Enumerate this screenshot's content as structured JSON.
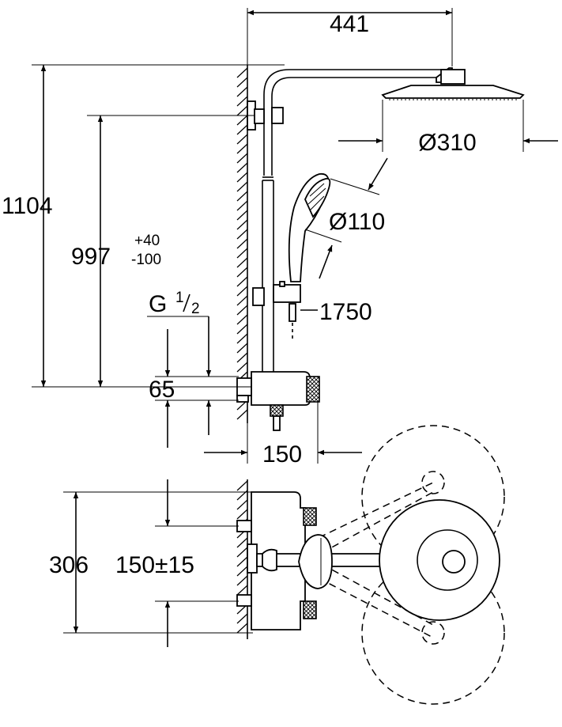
{
  "title": "",
  "dimensions": {
    "arm_reach": "441",
    "head_diameter": "Ø310",
    "total_height": "1104",
    "bar_height": "997",
    "bar_tol_plus": "+40",
    "bar_tol_minus": "-100",
    "thread_main": "G",
    "thread_num": "1",
    "thread_den": "2",
    "hand_diameter": "Ø110",
    "hose_length": "1750",
    "inlet_spacing": "65",
    "mixer_depth": "150",
    "plan_width": "306",
    "plan_spacing": "150±15"
  },
  "colors": {
    "line": "#000000",
    "background": "#ffffff"
  }
}
